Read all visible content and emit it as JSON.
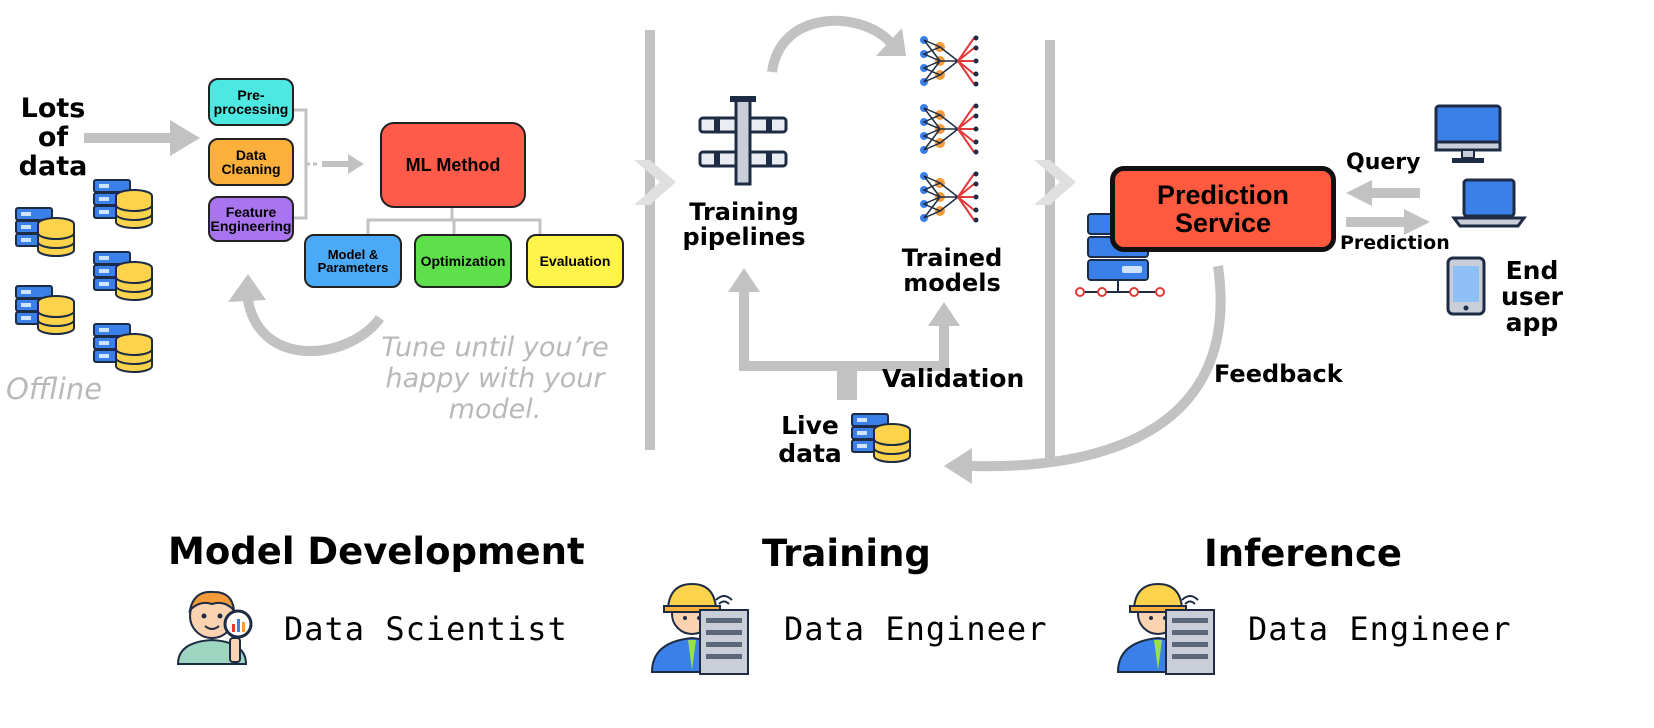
{
  "offline": {
    "input_label": "Lots\nof\ndata",
    "caption": "Offline",
    "steps": [
      "Pre-\nprocessing",
      "Data\nCleaning",
      "Feature\nEngineering"
    ],
    "method": "ML Method",
    "sub_boxes": [
      "Model &\nParameters",
      "Optimization",
      "Evaluation"
    ],
    "tune_note": "Tune until you’re\nhappy with your\nmodel."
  },
  "training": {
    "pipelines_label": "Training\npipelines",
    "models_label": "Trained\nmodels",
    "validation_label": "Validation",
    "live_data_label": "Live\ndata"
  },
  "inference": {
    "service_label": "Prediction\nService",
    "query_label": "Query",
    "prediction_label": "Prediction",
    "end_user_label": "End\nuser\napp",
    "feedback_label": "Feedback"
  },
  "sections": [
    {
      "title": "Model Development",
      "role": "Data Scientist"
    },
    {
      "title": "Training",
      "role": "Data Engineer"
    },
    {
      "title": "Inference",
      "role": "Data Engineer"
    }
  ],
  "colors": {
    "arrow_gray": "#c2c2c2",
    "preprocessing": "#4de8e2",
    "cleaning": "#fbb03b",
    "feature": "#a974f0",
    "ml_method": "#ff5a4a",
    "model_params": "#4aaaf7",
    "optimization": "#5ee04a",
    "evaluation": "#fff44a",
    "prediction_service": "#ff5a40",
    "db_yellow": "#fcd34a",
    "server_blue": "#3b80e8"
  }
}
